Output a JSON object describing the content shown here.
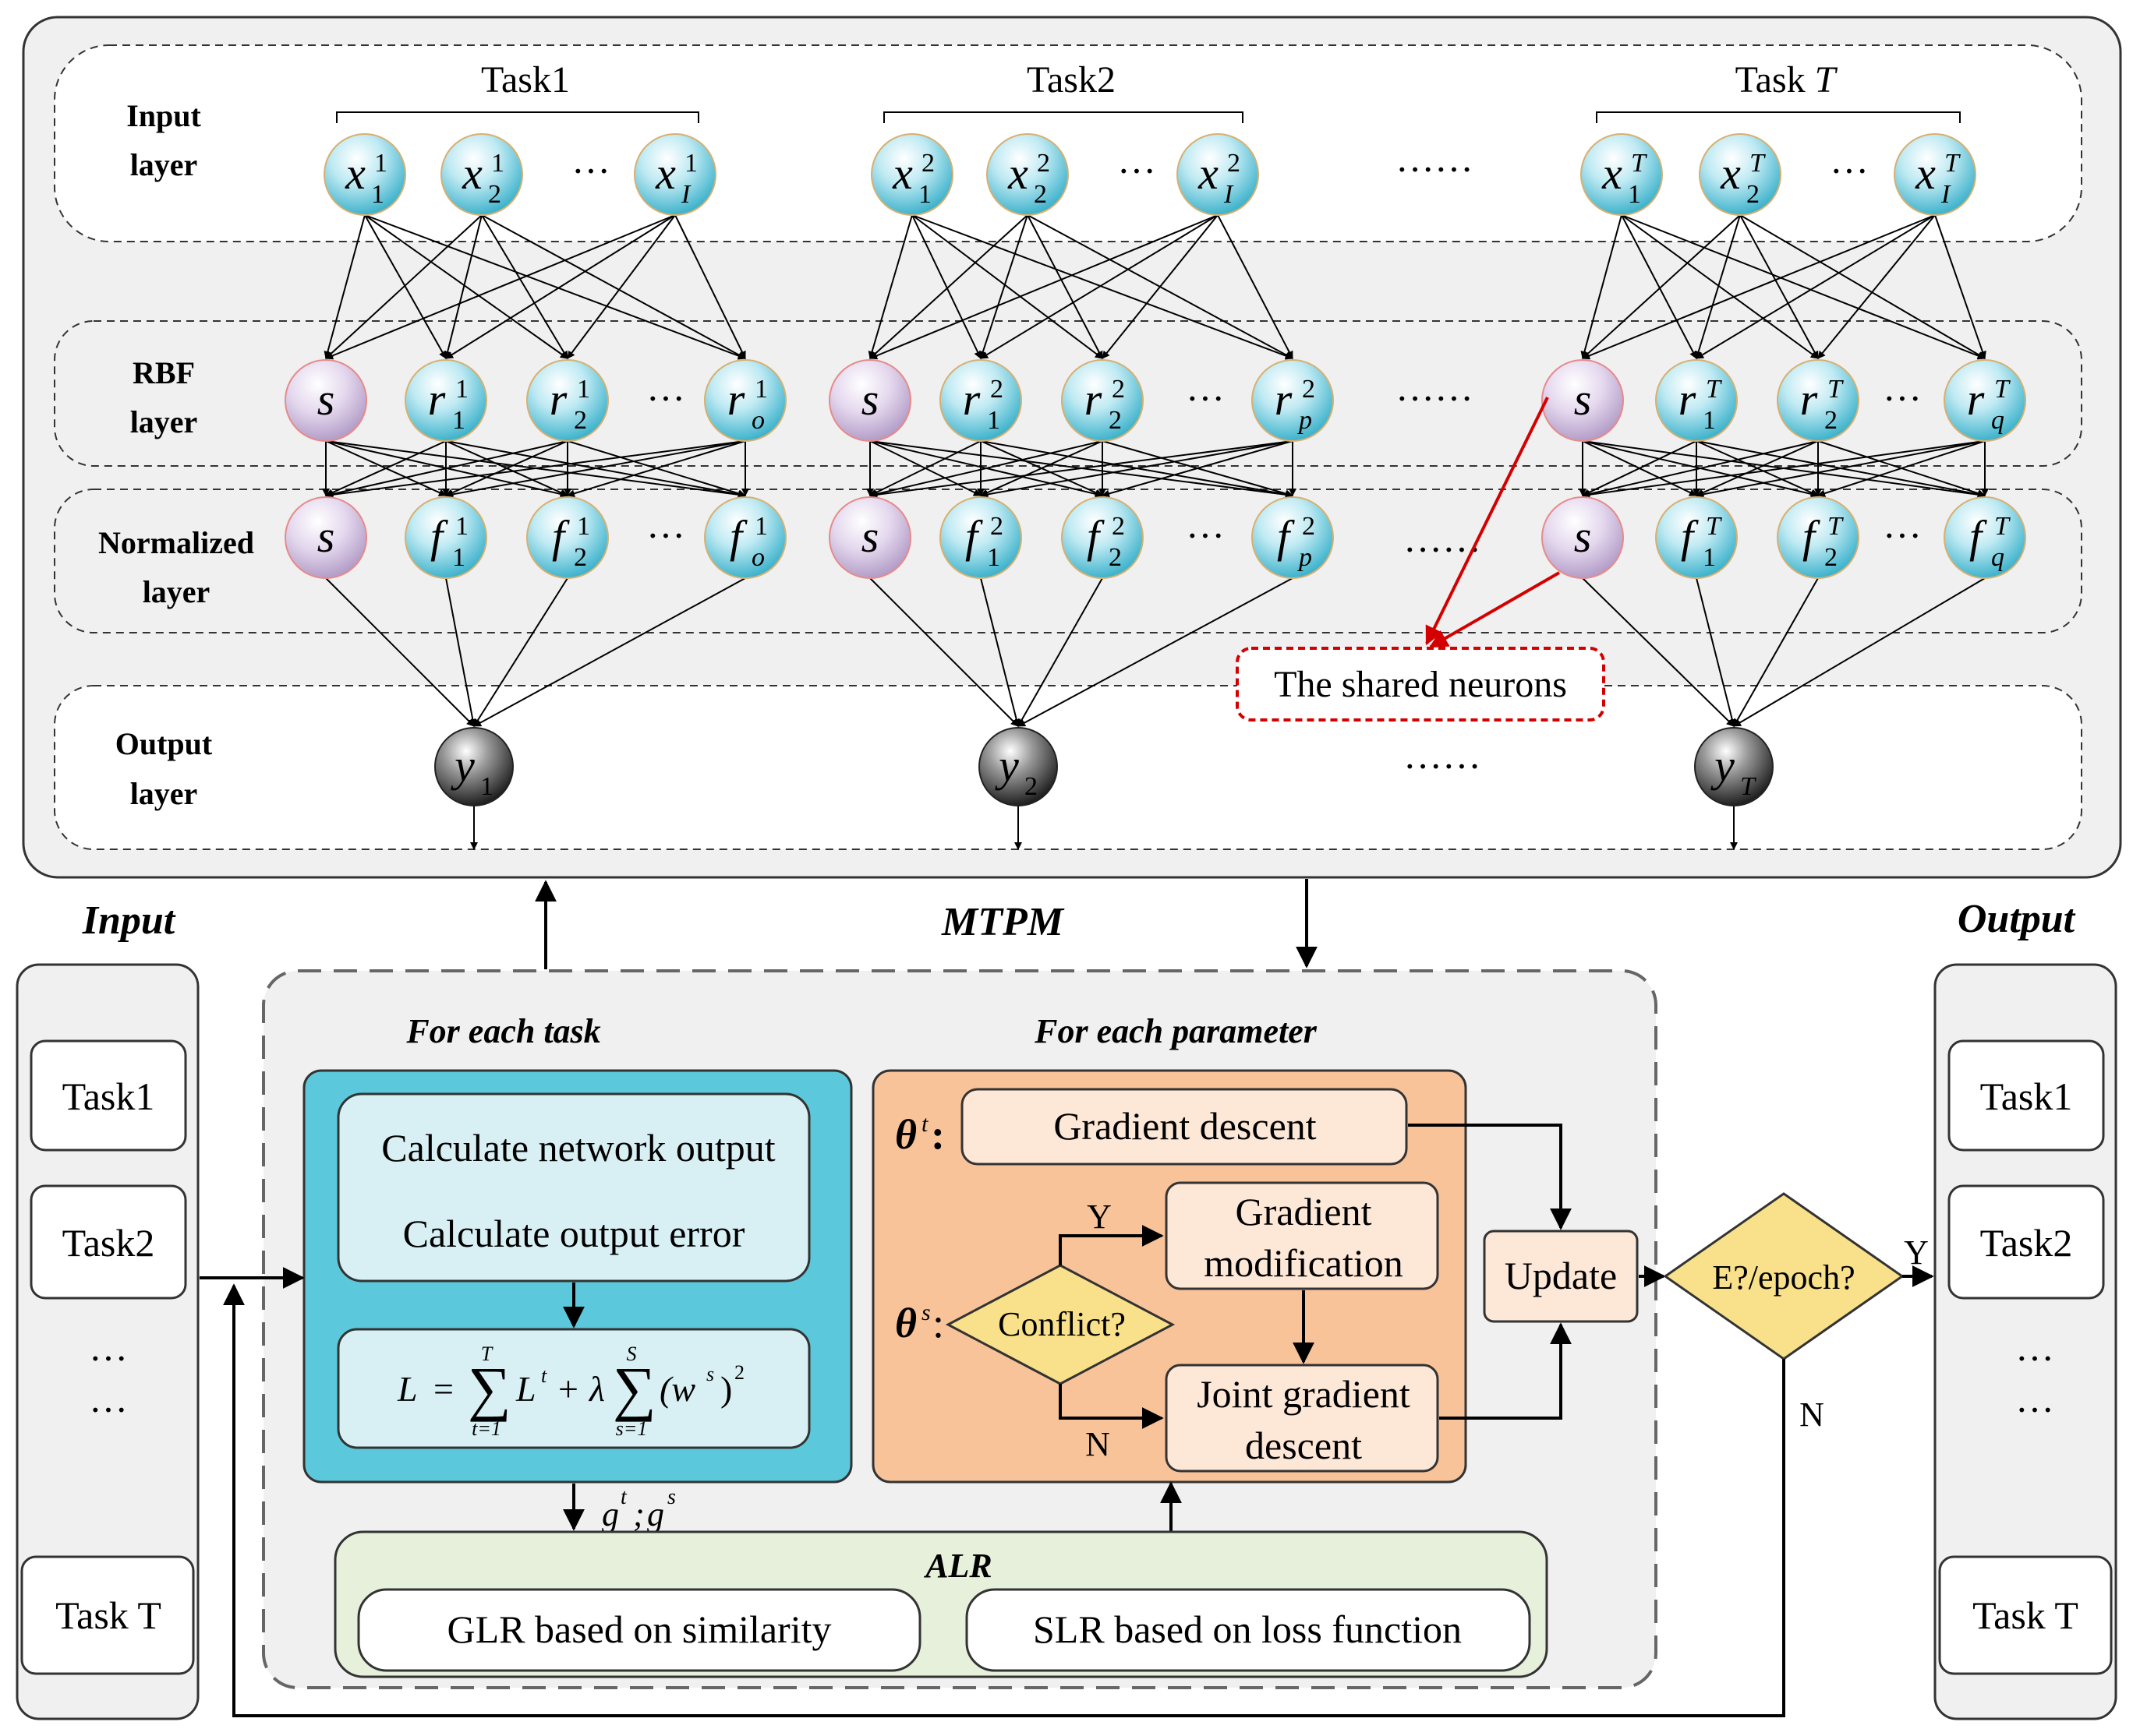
{
  "mtpm": {
    "title": "MTPM",
    "layers": {
      "input": [
        "Input",
        "layer"
      ],
      "rbf": [
        "RBF",
        "layer"
      ],
      "normalized": [
        "Normalized",
        "layer"
      ],
      "output": [
        "Output",
        "layer"
      ]
    },
    "tasks": [
      {
        "label": "Task1",
        "task_name": "Task",
        "task_italic": "",
        "inputs": [
          {
            "base": "x",
            "sup": "1",
            "sub": "1"
          },
          {
            "base": "x",
            "sup": "1",
            "sub": "2"
          },
          {
            "base": "x",
            "sup": "1",
            "sub": "I"
          }
        ],
        "rbf": [
          {
            "base": "s",
            "sup": "",
            "sub": "",
            "shared": true
          },
          {
            "base": "r",
            "sup": "1",
            "sub": "1"
          },
          {
            "base": "r",
            "sup": "1",
            "sub": "2"
          },
          {
            "base": "r",
            "sup": "1",
            "sub": "o"
          }
        ],
        "norm": [
          {
            "base": "s",
            "sup": "",
            "sub": "",
            "shared": true
          },
          {
            "base": "f",
            "sup": "1",
            "sub": "1"
          },
          {
            "base": "f",
            "sup": "1",
            "sub": "2"
          },
          {
            "base": "f",
            "sup": "1",
            "sub": "o"
          }
        ],
        "output": {
          "base": "y",
          "sub": "1"
        }
      },
      {
        "label": "Task2",
        "task_name": "Task",
        "task_italic": "",
        "inputs": [
          {
            "base": "x",
            "sup": "2",
            "sub": "1"
          },
          {
            "base": "x",
            "sup": "2",
            "sub": "2"
          },
          {
            "base": "x",
            "sup": "2",
            "sub": "I"
          }
        ],
        "rbf": [
          {
            "base": "s",
            "sup": "",
            "sub": "",
            "shared": true
          },
          {
            "base": "r",
            "sup": "2",
            "sub": "1"
          },
          {
            "base": "r",
            "sup": "2",
            "sub": "2"
          },
          {
            "base": "r",
            "sup": "2",
            "sub": "p"
          }
        ],
        "norm": [
          {
            "base": "s",
            "sup": "",
            "sub": "",
            "shared": true
          },
          {
            "base": "f",
            "sup": "2",
            "sub": "1"
          },
          {
            "base": "f",
            "sup": "2",
            "sub": "2"
          },
          {
            "base": "f",
            "sup": "2",
            "sub": "p"
          }
        ],
        "output": {
          "base": "y",
          "sub": "2"
        }
      },
      {
        "label": "Task T",
        "task_name": "Task",
        "task_italic": "T",
        "inputs": [
          {
            "base": "x",
            "sup": "T",
            "sub": "1"
          },
          {
            "base": "x",
            "sup": "T",
            "sub": "2"
          },
          {
            "base": "x",
            "sup": "T",
            "sub": "I"
          }
        ],
        "rbf": [
          {
            "base": "s",
            "sup": "",
            "sub": "",
            "shared": true
          },
          {
            "base": "r",
            "sup": "T",
            "sub": "1"
          },
          {
            "base": "r",
            "sup": "T",
            "sub": "2"
          },
          {
            "base": "r",
            "sup": "T",
            "sub": "q"
          }
        ],
        "norm": [
          {
            "base": "s",
            "sup": "",
            "sub": "",
            "shared": true
          },
          {
            "base": "f",
            "sup": "T",
            "sub": "1"
          },
          {
            "base": "f",
            "sup": "T",
            "sub": "2"
          },
          {
            "base": "f",
            "sup": "T",
            "sub": "q"
          }
        ],
        "output": {
          "base": "y",
          "sub": "T"
        }
      }
    ],
    "ellipsis_short": "···",
    "ellipsis_long": "······",
    "shared_label": "The shared neurons"
  },
  "input_panel": {
    "title": "Input",
    "items": [
      "Task1",
      "Task2",
      "Task T"
    ],
    "dots": [
      "···",
      "···"
    ]
  },
  "output_panel": {
    "title": "Output",
    "items": [
      "Task1",
      "Task2",
      "Task T"
    ],
    "dots": [
      "···",
      "···"
    ]
  },
  "training": {
    "for_each_task": "For  each task",
    "for_each_parameter": "For  each parameter",
    "calc_output": "Calculate network output",
    "calc_error": "Calculate output error",
    "loss": {
      "L": "L",
      "eq": "=",
      "Lt": "L",
      "t": "t",
      "plus": "+",
      "lambda": "λ",
      "w": "(w",
      "s": "s",
      "close": ")",
      "sq": "2",
      "T": "T",
      "t_eq": "t=1",
      "S": "S",
      "s_eq": "s=1",
      "sigma": "∑"
    },
    "theta_t": {
      "theta": "θ",
      "sup": "t",
      "suffix": ":"
    },
    "theta_s": {
      "theta": "θ",
      "sup": "s",
      "suffix": ":"
    },
    "gradient_descent": "Gradient descent",
    "gradient_modification": [
      "Gradient",
      "modification"
    ],
    "joint_gradient_descent": [
      "Joint gradient",
      "descent"
    ],
    "conflict": "Conflict?",
    "yes": "Y",
    "no": "N",
    "update": "Update",
    "gradients": {
      "g1": "g",
      "sup1": "t",
      "sep": ";",
      "g2": "g",
      "sup2": "s"
    },
    "alr": "ALR",
    "glr": "GLR based on similarity",
    "slr": "SLR based on loss function",
    "check": "E?/epoch?",
    "check_yes": "Y",
    "check_no": "N"
  },
  "colors": {
    "panel_bg": "#f0f0f0",
    "node_cyan": "#5ec8dc",
    "node_shared": "#c4b0d6",
    "node_output": "#404040",
    "task_box": "#5bc8db",
    "task_inner": "#d8f0f4",
    "param_box": "#f9c39a",
    "param_inner": "#fde7d7",
    "alr_box": "#e6f0da",
    "decision": "#f9e08a",
    "shared_red": "#d40000"
  }
}
